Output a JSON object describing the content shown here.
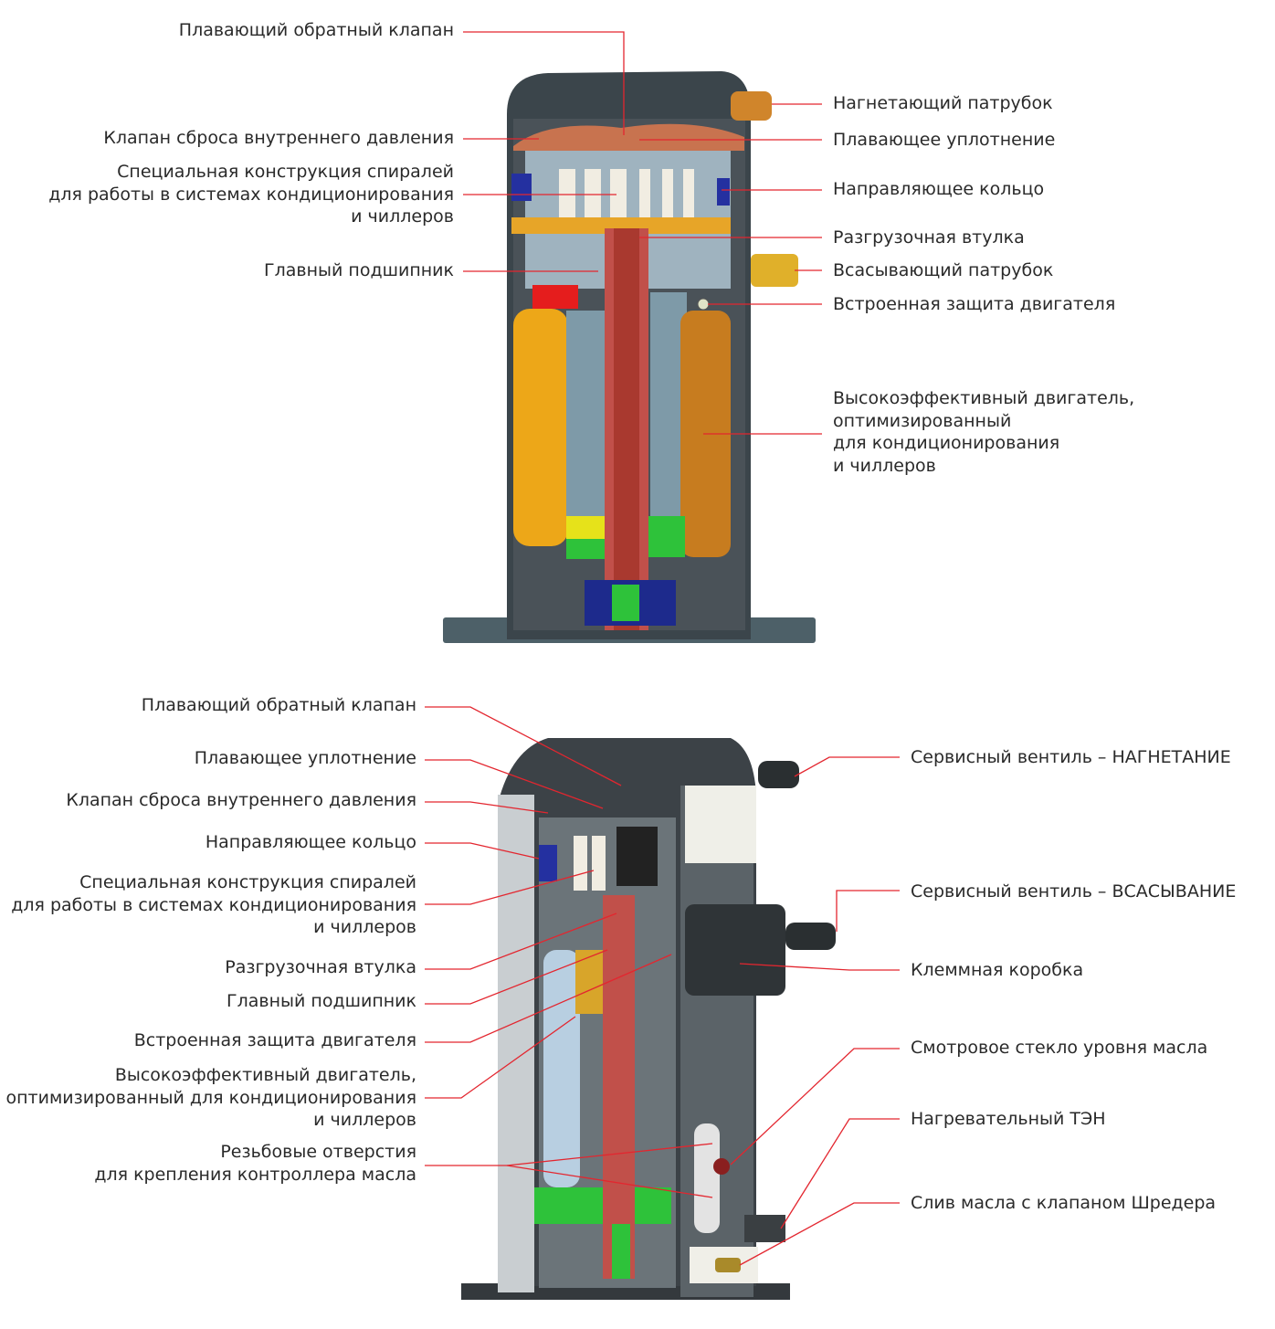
{
  "accent_color": "#e3262f",
  "top_diagram": {
    "left_labels": [
      "Плавающий обратный клапан",
      "Клапан сброса внутреннего давления",
      [
        "Специальная конструкция спиралей",
        "для работы в системах кондиционирования",
        "и чиллеров"
      ],
      "Главный подшипник"
    ],
    "right_labels": [
      "Нагнетающий патрубок",
      "Плавающее уплотнение",
      "Направляющее кольцо",
      "Разгрузочная втулка",
      "Всасывающий патрубок",
      "Встроенная защита двигателя",
      [
        "Высокоэффективный двигатель,",
        "оптимизированный",
        "для кондиционирования",
        "и чиллеров"
      ]
    ]
  },
  "bottom_diagram": {
    "left_labels": [
      "Плавающий обратный клапан",
      "Плавающее уплотнение",
      "Клапан сброса внутреннего давления",
      "Направляющее кольцо",
      [
        "Специальная конструкция спиралей",
        "для работы в системах кондиционирования",
        "и чиллеров"
      ],
      "Разгрузочная втулка",
      "Главный подшипник",
      "Встроенная защита двигателя",
      [
        "Высокоэффективный двигатель,",
        "оптимизированный для кондиционирования",
        "и чиллеров"
      ],
      [
        "Резьбовые отверстия",
        "для крепления контроллера масла"
      ]
    ],
    "right_labels": [
      "Сервисный вентиль – НАГНЕТАНИЕ",
      "Сервисный вентиль – ВСАСЫВАНИЕ",
      "Клеммная коробка",
      "Смотровое стекло уровня масла",
      "Нагревательный ТЭН",
      "Слив масла с клапаном Шредера"
    ]
  }
}
